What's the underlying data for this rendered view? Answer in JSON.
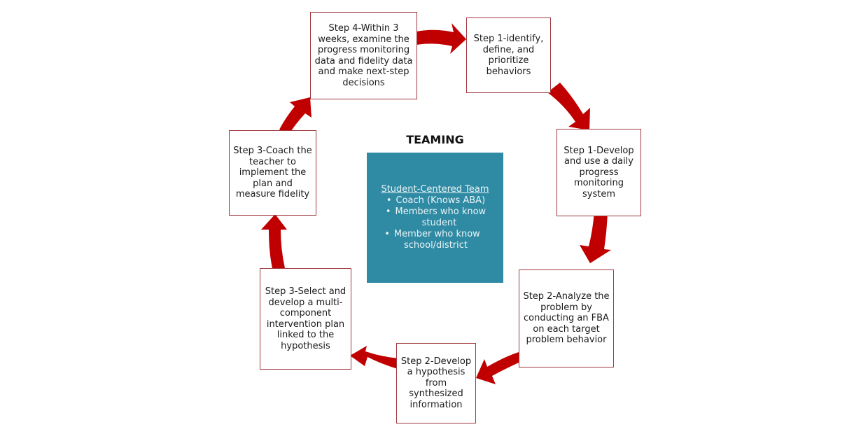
{
  "diagram": {
    "center": {
      "title": "TEAMING",
      "team_heading": "Student-Centered Team",
      "members": [
        "Coach (Knows ABA)",
        "Members who know student",
        "Member who know school/district"
      ]
    },
    "steps": [
      {
        "id": "step4-review",
        "text": "Step 4-Within 3 weeks, examine the progress monitoring data and fidelity data and make next-step decisions"
      },
      {
        "id": "step1-identify",
        "text": "Step 1-identify, define, and prioritize behaviors"
      },
      {
        "id": "step1-develop",
        "text": "Step 1-Develop and use a daily progress monitoring system"
      },
      {
        "id": "step2-analyze",
        "text": "Step 2-Analyze the problem by conducting an FBA on each target problem behavior"
      },
      {
        "id": "step2-hypothesis",
        "text": "Step 2-Develop a hypothesis from synthesized information"
      },
      {
        "id": "step3-select",
        "text": "Step 3-Select and develop a multi-component intervention plan linked to the hypothesis"
      },
      {
        "id": "step3-coach",
        "text": "Step 3-Coach the teacher to implement the plan and measure fidelity"
      }
    ],
    "flow": [
      [
        "step4-review",
        "step1-identify"
      ],
      [
        "step1-identify",
        "step1-develop"
      ],
      [
        "step1-develop",
        "step2-analyze"
      ],
      [
        "step2-analyze",
        "step2-hypothesis"
      ],
      [
        "step2-hypothesis",
        "step3-select"
      ],
      [
        "step3-select",
        "step3-coach"
      ],
      [
        "step3-coach",
        "step4-review"
      ]
    ],
    "colors": {
      "arrow": "#c00000",
      "box_border": "#a0383e",
      "team_box": "#2f8aa3"
    }
  }
}
